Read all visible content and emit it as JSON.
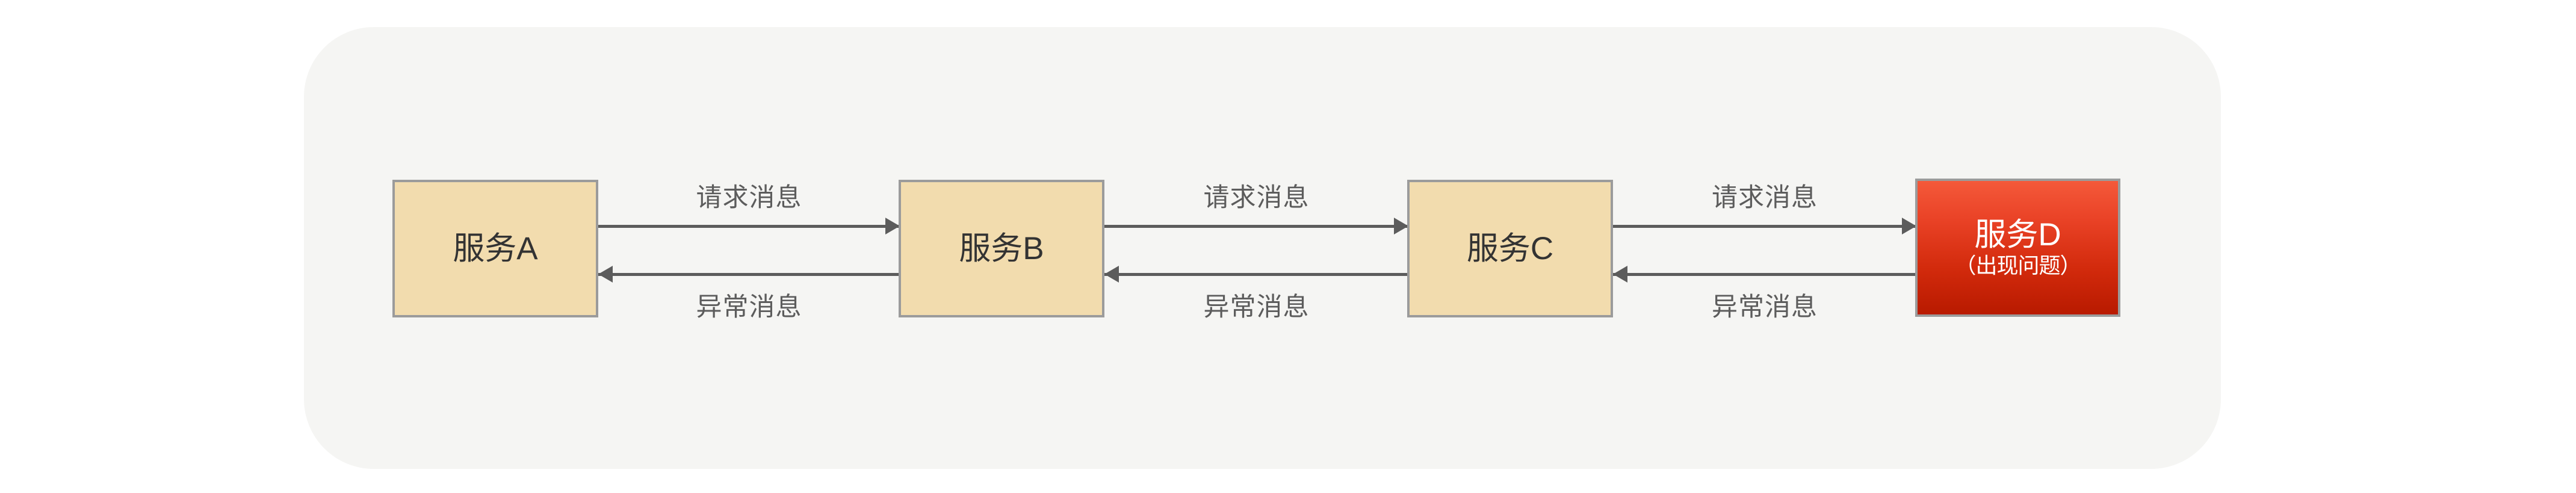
{
  "diagram": {
    "type": "service-call-chain",
    "background_color": "#ffffff",
    "panel_color": "#f5f5f3",
    "accent_colors": {
      "node_fill": "#f2dcae",
      "node_border": "#9b9b9b",
      "node_text": "#333333",
      "error_fill_top": "#f4593a",
      "error_fill_bottom": "#b81a00",
      "error_text": "#ffffff",
      "arrow": "#5c5c5c",
      "label_text": "#5c5c5c"
    },
    "nodes": [
      {
        "id": "a",
        "title": "服务A",
        "sub": "",
        "state": "normal"
      },
      {
        "id": "b",
        "title": "服务B",
        "sub": "",
        "state": "normal"
      },
      {
        "id": "c",
        "title": "服务C",
        "sub": "",
        "state": "normal"
      },
      {
        "id": "d",
        "title": "服务D",
        "sub": "（出现问题）",
        "state": "error"
      }
    ],
    "links": [
      {
        "id": "1",
        "from": "a",
        "to": "b",
        "forward_label": "请求消息",
        "backward_label": "异常消息"
      },
      {
        "id": "2",
        "from": "b",
        "to": "c",
        "forward_label": "请求消息",
        "backward_label": "异常消息"
      },
      {
        "id": "3",
        "from": "c",
        "to": "d",
        "forward_label": "请求消息",
        "backward_label": "异常消息"
      }
    ]
  }
}
